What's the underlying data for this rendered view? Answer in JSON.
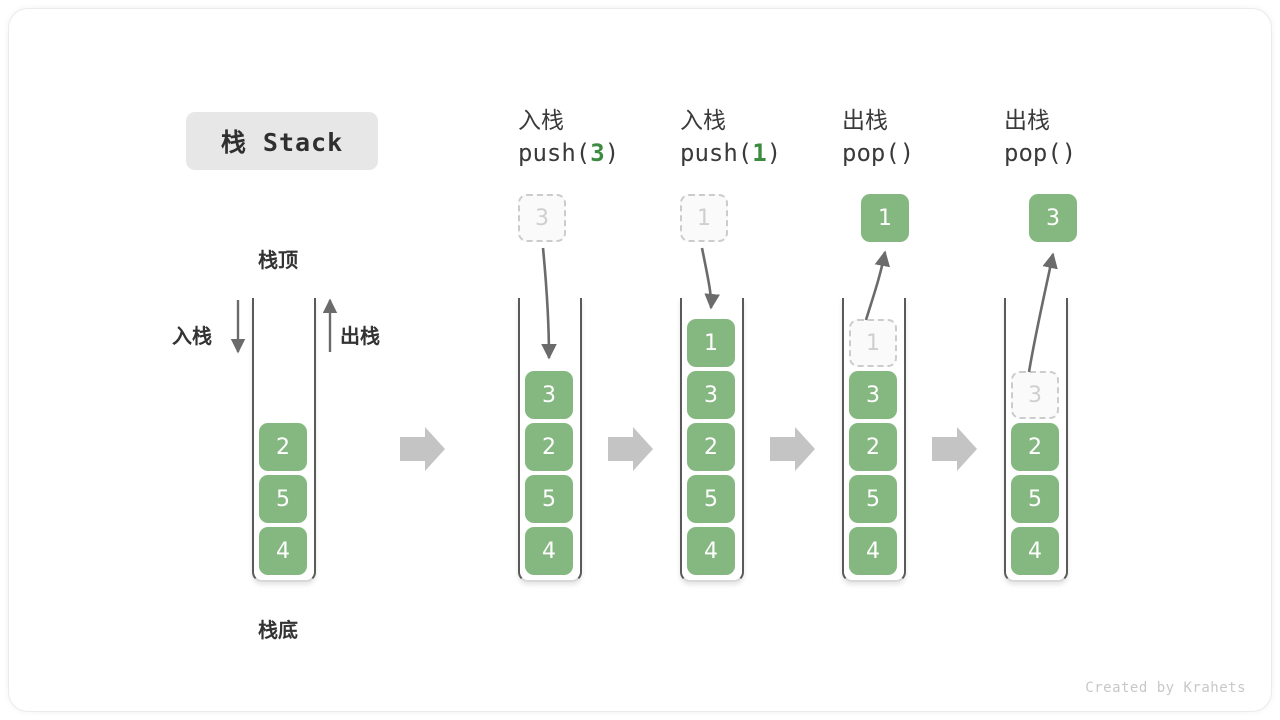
{
  "title": {
    "badge": "栈 Stack"
  },
  "labels": {
    "top": "栈顶",
    "bottom": "栈底",
    "push": "入栈",
    "pop": "出栈"
  },
  "colors": {
    "cell_fill": "#85b880",
    "cell_text": "#ffffff",
    "ghost_border": "#cccccc",
    "ghost_text": "#cfcfcf",
    "accent_green": "#3d8b40",
    "arrow_gray": "#6b6b6b",
    "flow_arrow": "#c4c4c4",
    "badge_bg": "#e7e7e7"
  },
  "columns": [
    {
      "id": "initial",
      "head_cn": "",
      "head_fn_prefix": "",
      "head_fn_arg": "",
      "head_fn_suffix": "",
      "cells": [
        {
          "value": "2",
          "state": "solid"
        },
        {
          "value": "5",
          "state": "solid"
        },
        {
          "value": "4",
          "state": "solid"
        }
      ],
      "external": null
    },
    {
      "id": "push-3",
      "head_cn": "入栈",
      "head_fn_prefix": "push(",
      "head_fn_arg": "3",
      "head_fn_suffix": ")",
      "cells": [
        {
          "value": "3",
          "state": "solid"
        },
        {
          "value": "2",
          "state": "solid"
        },
        {
          "value": "5",
          "state": "solid"
        },
        {
          "value": "4",
          "state": "solid"
        }
      ],
      "external": {
        "value": "3",
        "state": "ghost",
        "direction": "in"
      }
    },
    {
      "id": "push-1",
      "head_cn": "入栈",
      "head_fn_prefix": "push(",
      "head_fn_arg": "1",
      "head_fn_suffix": ")",
      "cells": [
        {
          "value": "1",
          "state": "solid"
        },
        {
          "value": "3",
          "state": "solid"
        },
        {
          "value": "2",
          "state": "solid"
        },
        {
          "value": "5",
          "state": "solid"
        },
        {
          "value": "4",
          "state": "solid"
        }
      ],
      "external": {
        "value": "1",
        "state": "ghost",
        "direction": "in"
      }
    },
    {
      "id": "pop-1",
      "head_cn": "出栈",
      "head_fn_prefix": "pop(",
      "head_fn_arg": "",
      "head_fn_suffix": ")",
      "cells": [
        {
          "value": "1",
          "state": "ghost"
        },
        {
          "value": "3",
          "state": "solid"
        },
        {
          "value": "2",
          "state": "solid"
        },
        {
          "value": "5",
          "state": "solid"
        },
        {
          "value": "4",
          "state": "solid"
        }
      ],
      "external": {
        "value": "1",
        "state": "solid",
        "direction": "out"
      }
    },
    {
      "id": "pop-2",
      "head_cn": "出栈",
      "head_fn_prefix": "pop(",
      "head_fn_arg": "",
      "head_fn_suffix": ")",
      "cells": [
        {
          "value": "",
          "state": "empty"
        },
        {
          "value": "3",
          "state": "ghost"
        },
        {
          "value": "2",
          "state": "solid"
        },
        {
          "value": "5",
          "state": "solid"
        },
        {
          "value": "4",
          "state": "solid"
        }
      ],
      "external": {
        "value": "3",
        "state": "solid",
        "direction": "out"
      }
    }
  ],
  "credit": "Created by Krahets"
}
